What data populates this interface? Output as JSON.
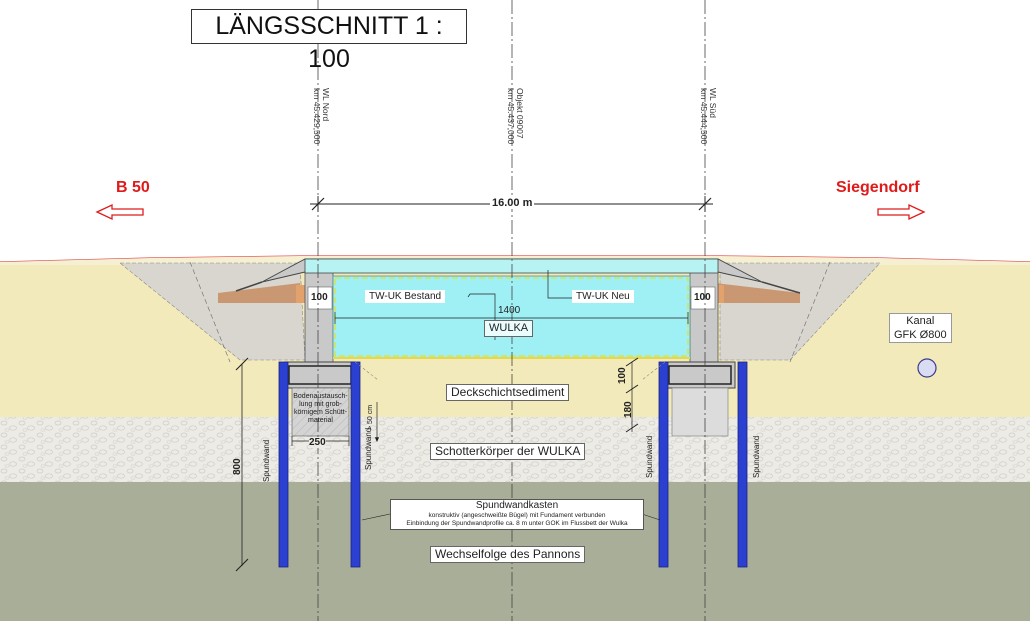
{
  "title": "LÄNGSSCHNITT 1 : 100",
  "directions": {
    "left": "B 50",
    "right": "Siegendorf"
  },
  "axes": {
    "north": {
      "line1": "WL Nord",
      "line2": "km 45.429,500"
    },
    "object": {
      "line1": "Objekt 09007",
      "line2": "km 45.437,000"
    },
    "south": {
      "line1": "WL Süd",
      "line2": "km 45.444,500"
    }
  },
  "dimensions": {
    "span": "16.00 m",
    "inner_width": "1400",
    "wall_left": "100",
    "wall_right": "100",
    "foundation": "250",
    "pile_depth": "800",
    "right_100": "100",
    "right_180": "180",
    "min_50": "> 50 cm"
  },
  "labels": {
    "tw_bestand": "TW-UK Bestand",
    "tw_neu": "TW-UK Neu",
    "wulka": "WULKA",
    "deckschicht": "Deckschichtsediment",
    "schotter": "Schotterkörper der WULKA",
    "pannons": "Wechselfolge des Pannons",
    "kanal_line1": "Kanal",
    "kanal_line2": "GFK Ø800",
    "spundwand": "Spundwand",
    "boden_line1": "Bodenaustausch-",
    "boden_line2": "lung mit grob-",
    "boden_line3": "körnigem Schütt-",
    "boden_line4": "material",
    "kasten_title": "Spundwandkasten",
    "kasten_line1": "konstruktiv (angeschweißte Bügel) mit Fundament verbunden",
    "kasten_line2": "Einbindung der Spundwandprofile ca. 8 m unter GOK im Flussbett der Wulka"
  },
  "colors": {
    "fill_yellow": "#f2eaba",
    "gravel": "#ecebe6",
    "pannon": "#a9ae99",
    "water": "#9ff0f4",
    "concrete": "#c9c9c9",
    "pile_blue": "#2b3fd0",
    "arrow_red": "#e01a1a",
    "brown": "#c99872"
  }
}
